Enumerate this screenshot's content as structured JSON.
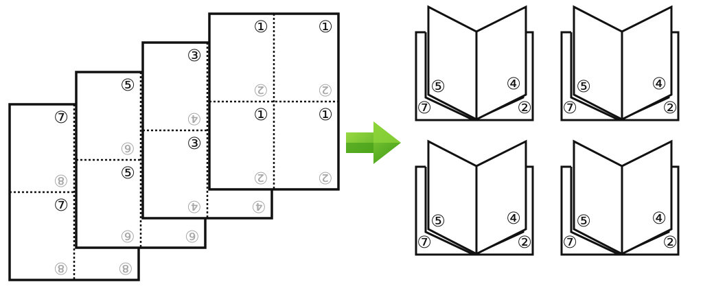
{
  "sheets": [
    {
      "front": "⑦",
      "back": "⑧"
    },
    {
      "front": "⑤",
      "back": "⑥"
    },
    {
      "front": "③",
      "back": "④"
    },
    {
      "front": "①",
      "back": "②"
    }
  ],
  "booklet": {
    "inner_left": "⑤",
    "inner_right": "④",
    "outer_left": "⑦",
    "outer_right": "②"
  },
  "colors": {
    "arrow_dark": "#3c9a14",
    "arrow_light": "#8fd63a",
    "back_number": "#a8a8a8",
    "line": "#111111"
  }
}
